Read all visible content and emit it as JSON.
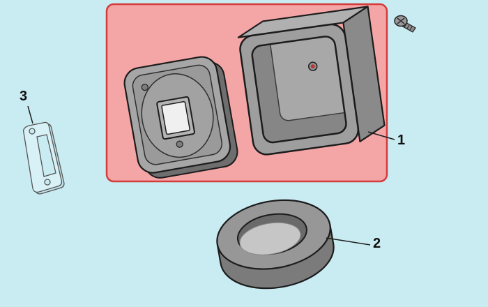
{
  "diagram": {
    "kind": "exploded-parts-diagram",
    "background_color": "#c9ecf2",
    "highlight_box": {
      "fill": "#f4a5a5",
      "border": "#d43c3c"
    },
    "part_colors": {
      "body": "#9a9a9a",
      "shadow": "#6e6e6e",
      "light": "#b0b0b0",
      "outline": "#1c1c1c"
    },
    "callouts": {
      "c1": {
        "label": "1"
      },
      "c2": {
        "label": "2"
      },
      "c3": {
        "label": "3"
      }
    },
    "icons": {
      "fastener": "screw-fastener-icon"
    }
  }
}
